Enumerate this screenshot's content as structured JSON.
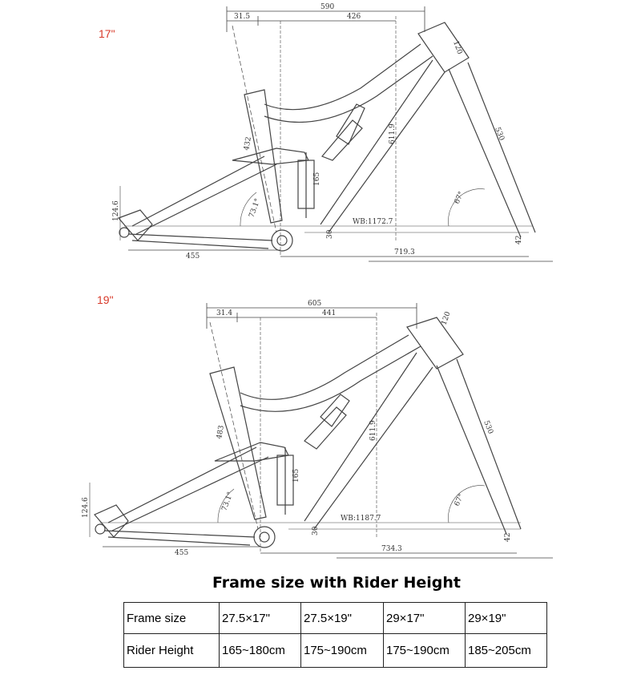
{
  "frames": [
    {
      "size_label": "17\"",
      "dims": {
        "reach_offset": "31.5",
        "top_length": "590",
        "reach": "426",
        "head_tube": "120",
        "seat_tube": "432",
        "stack": "611.9",
        "fork_length": "530",
        "shock": "165",
        "rear_height": "124.6",
        "seat_angle": "73.1°",
        "head_angle": "67°",
        "wheelbase": "WB:1172.7",
        "bb_drop": "30",
        "chainstay": "455",
        "front_center": "719.3",
        "fork_offset": "42"
      }
    },
    {
      "size_label": "19\"",
      "dims": {
        "reach_offset": "31.4",
        "top_length": "605",
        "reach": "441",
        "head_tube": "120",
        "seat_tube": "483",
        "stack": "611.9",
        "fork_length": "530",
        "shock": "165",
        "rear_height": "124.6",
        "seat_angle": "73.1°",
        "head_angle": "67°",
        "wheelbase": "WB:1187.7",
        "bb_drop": "30",
        "chainstay": "455",
        "front_center": "734.3",
        "fork_offset": "42"
      }
    }
  ],
  "table": {
    "title": "Frame size with Rider Height",
    "row_labels": [
      "Frame size",
      "Rider Height"
    ],
    "frame_sizes": [
      "27.5×17\"",
      "27.5×19\"",
      "29×17\"",
      "29×19\""
    ],
    "rider_heights": [
      "165~180cm",
      "175~190cm",
      "175~190cm",
      "185~205cm"
    ]
  },
  "colors": {
    "size_label": "#d83a2a",
    "line": "#444444"
  }
}
